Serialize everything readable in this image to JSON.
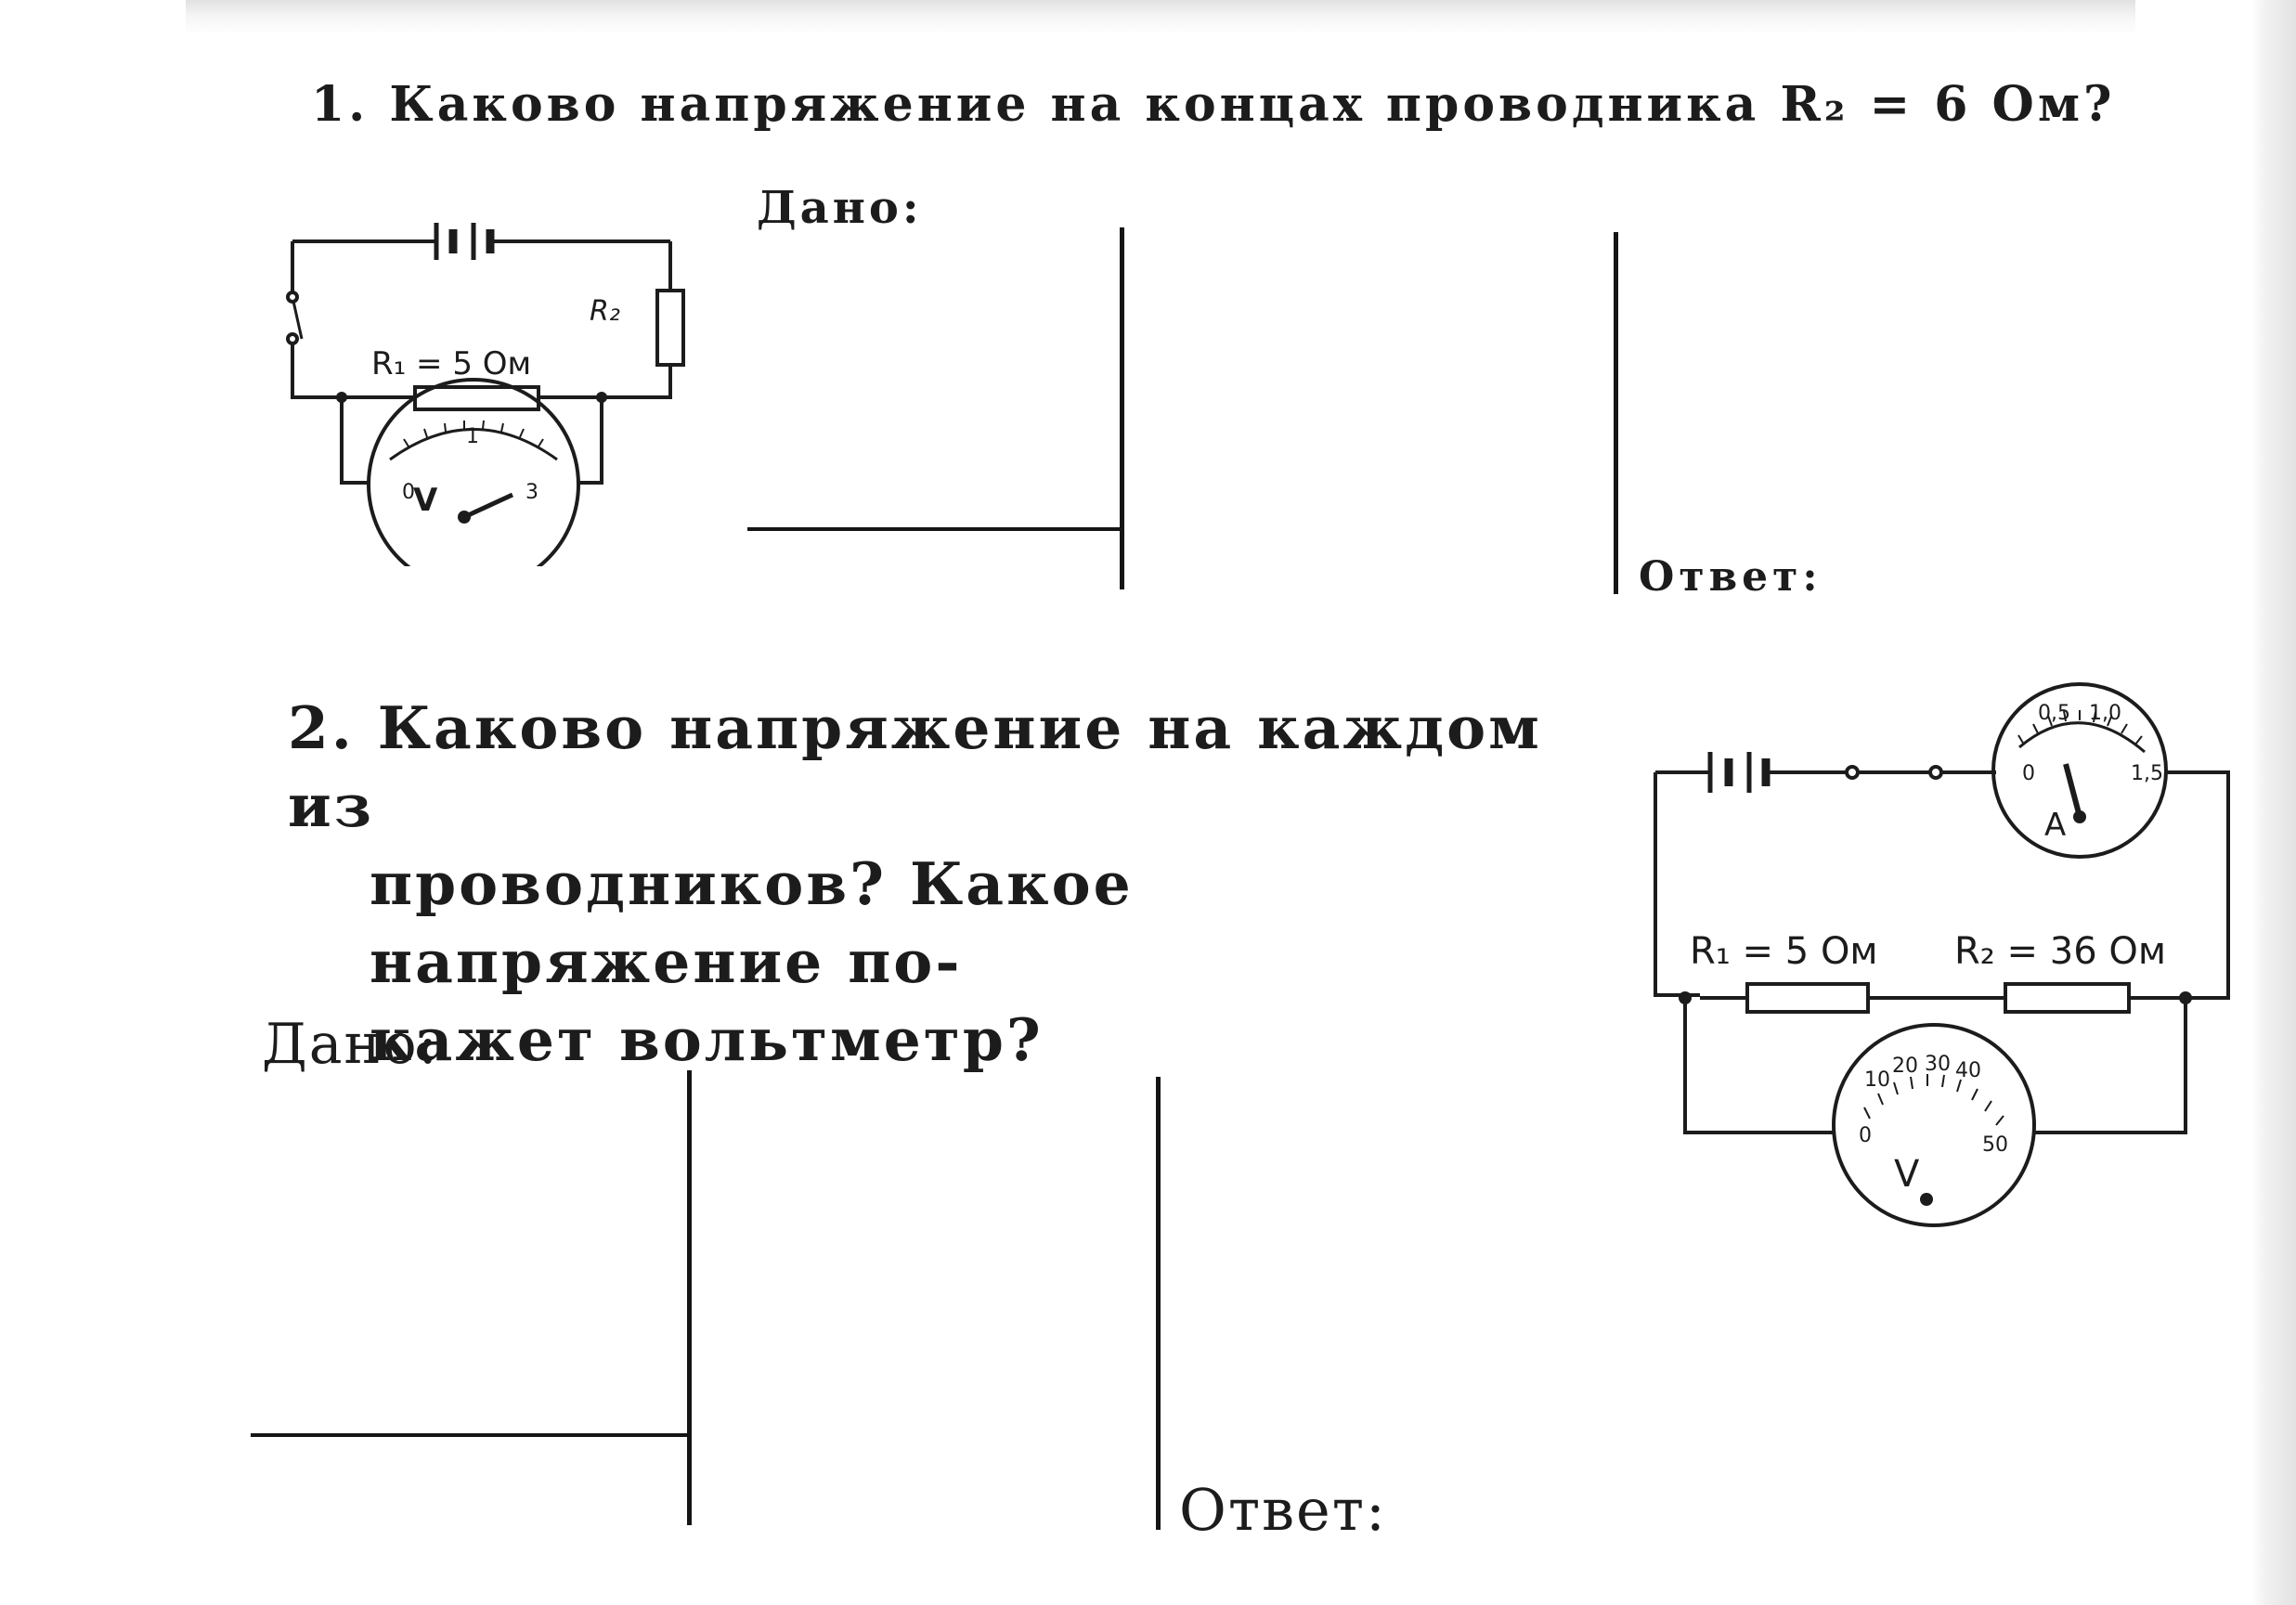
{
  "task1": {
    "number": "1.",
    "text": "Каково напряжение на концах проводника R₂ = 6 Ом?",
    "given_label": "Дано:",
    "answer_label": "Ответ:",
    "circuit": {
      "r1_label": "R₁ = 5 Ом",
      "r2_label": "R₂",
      "voltmeter_symbol": "V",
      "scale_labels": [
        "0",
        "1",
        "3"
      ]
    }
  },
  "task2": {
    "number": "2.",
    "text_line1": "Каково напряжение на каждом из",
    "text_line2": "проводников? Какое напряжение по-",
    "text_line3": "кажет вольтметр?",
    "given_label": "Дано:",
    "answer_label": "Ответ:",
    "circuit": {
      "r1_label": "R₁ = 5 Ом",
      "r2_label": "R₂ = 36 Ом",
      "ammeter_symbol": "A",
      "ammeter_scale": [
        "0",
        "0,5",
        "1,0",
        "1,5"
      ],
      "voltmeter_symbol": "V",
      "voltmeter_scale": [
        "0",
        "10",
        "20",
        "30",
        "40",
        "50"
      ]
    }
  }
}
